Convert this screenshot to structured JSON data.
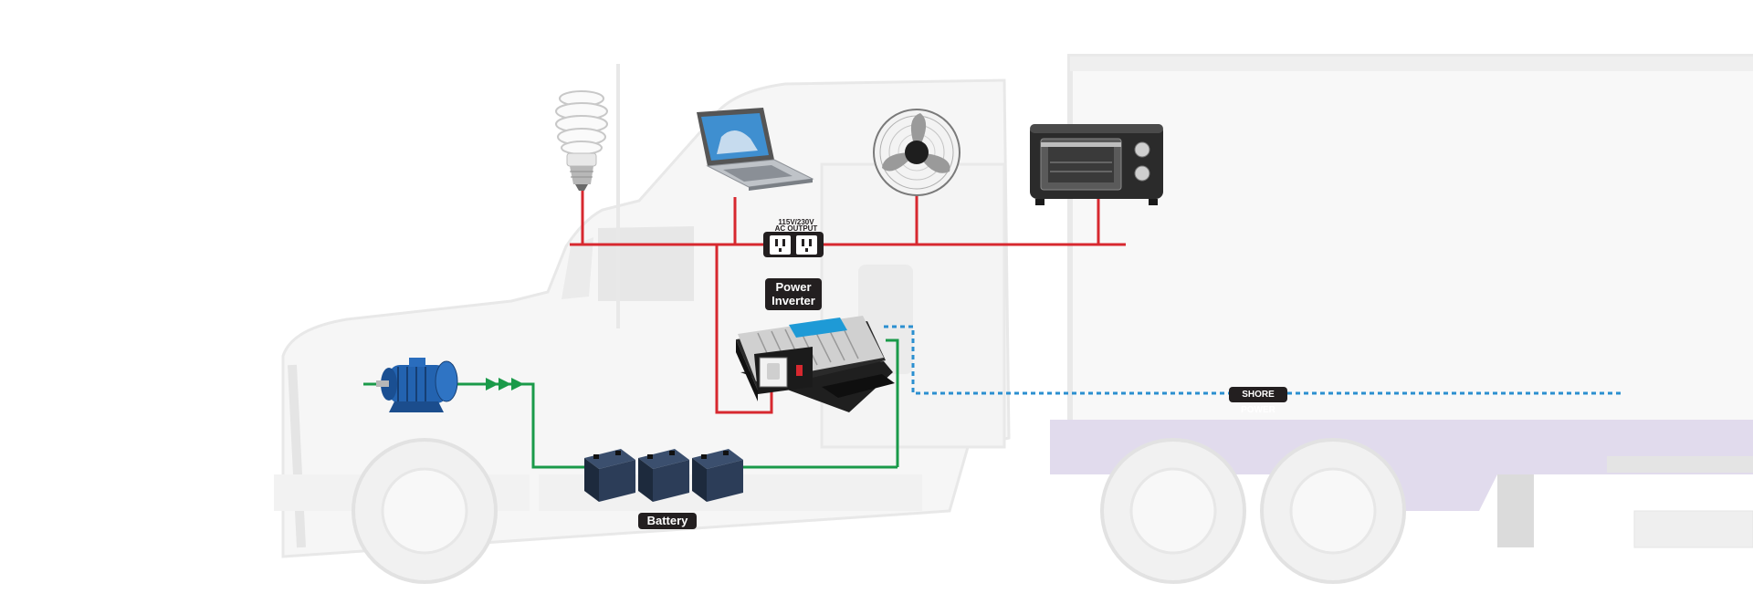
{
  "labels": {
    "ac_output_line1": "115V/230V",
    "ac_output_line2": "AC OUTPUT",
    "inverter_line1": "Power",
    "inverter_line2": "Inverter",
    "battery": "Battery",
    "shore_power": "SHORE POWER"
  },
  "colors": {
    "ac_wire": "#d7282f",
    "dc_wire": "#1a9a49",
    "shore_wire": "#2b8fd0",
    "label_bg": "#231f20"
  },
  "icons": [
    "light-bulb-icon",
    "laptop-icon",
    "fan-icon",
    "toaster-oven-icon",
    "ac-outlet-icon",
    "power-inverter-icon",
    "motor-icon",
    "battery-icon"
  ]
}
